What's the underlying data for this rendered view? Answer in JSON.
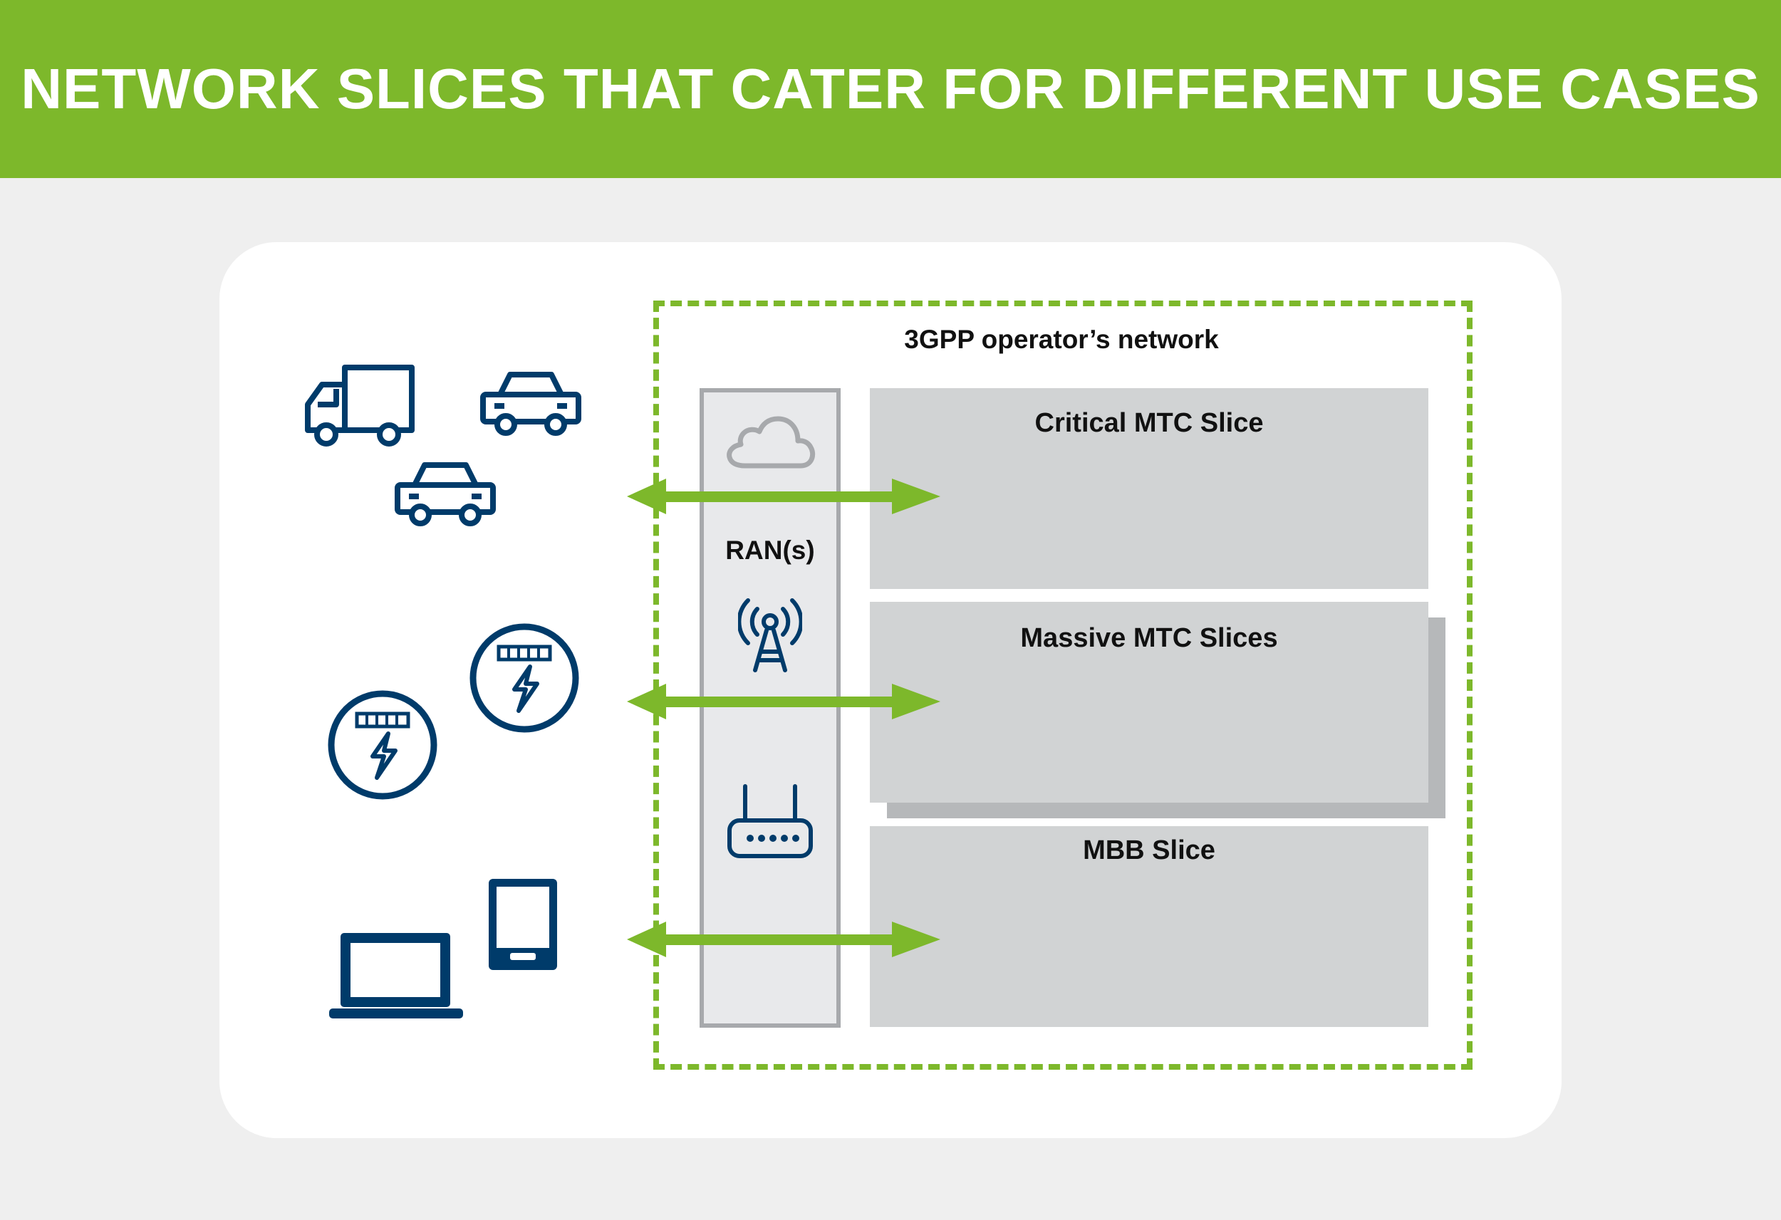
{
  "header": {
    "title": "NETWORK SLICES THAT CATER FOR DIFFERENT USE CASES"
  },
  "network": {
    "label": "3GPP operator’s network"
  },
  "ran": {
    "label": "RAN(s)"
  },
  "slices": [
    {
      "label": "Critical MTC Slice"
    },
    {
      "label": "Massive MTC Slices"
    },
    {
      "label": "MBB Slice"
    }
  ],
  "colors": {
    "accent_green": "#7db82b",
    "icon_navy": "#003b6a",
    "slice_gray": "#d1d3d4",
    "ran_gray": "#e8e9eb"
  },
  "icons": [
    "truck-icon",
    "car-icon",
    "car-icon",
    "smart-meter-icon",
    "smart-meter-icon",
    "laptop-icon",
    "tablet-icon",
    "cloud-icon",
    "antenna-tower-icon",
    "router-icon",
    "double-arrow-icon"
  ]
}
